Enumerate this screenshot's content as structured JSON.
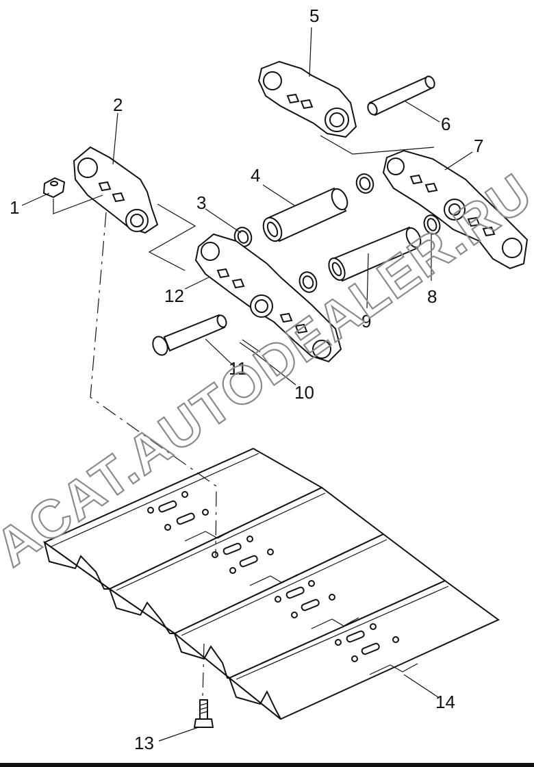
{
  "watermark": "ACAT.AUTODEALER.RU",
  "callouts": {
    "c1": "1",
    "c2": "2",
    "c3": "3",
    "c4": "4",
    "c5": "5",
    "c6": "6",
    "c7": "7",
    "c8": "8",
    "c9": "9",
    "c10": "10",
    "c11": "11",
    "c12": "12",
    "c13": "13",
    "c14": "14"
  },
  "colors": {
    "line": "#111111",
    "watermark": "#8a8a8a",
    "background": "#ffffff"
  }
}
